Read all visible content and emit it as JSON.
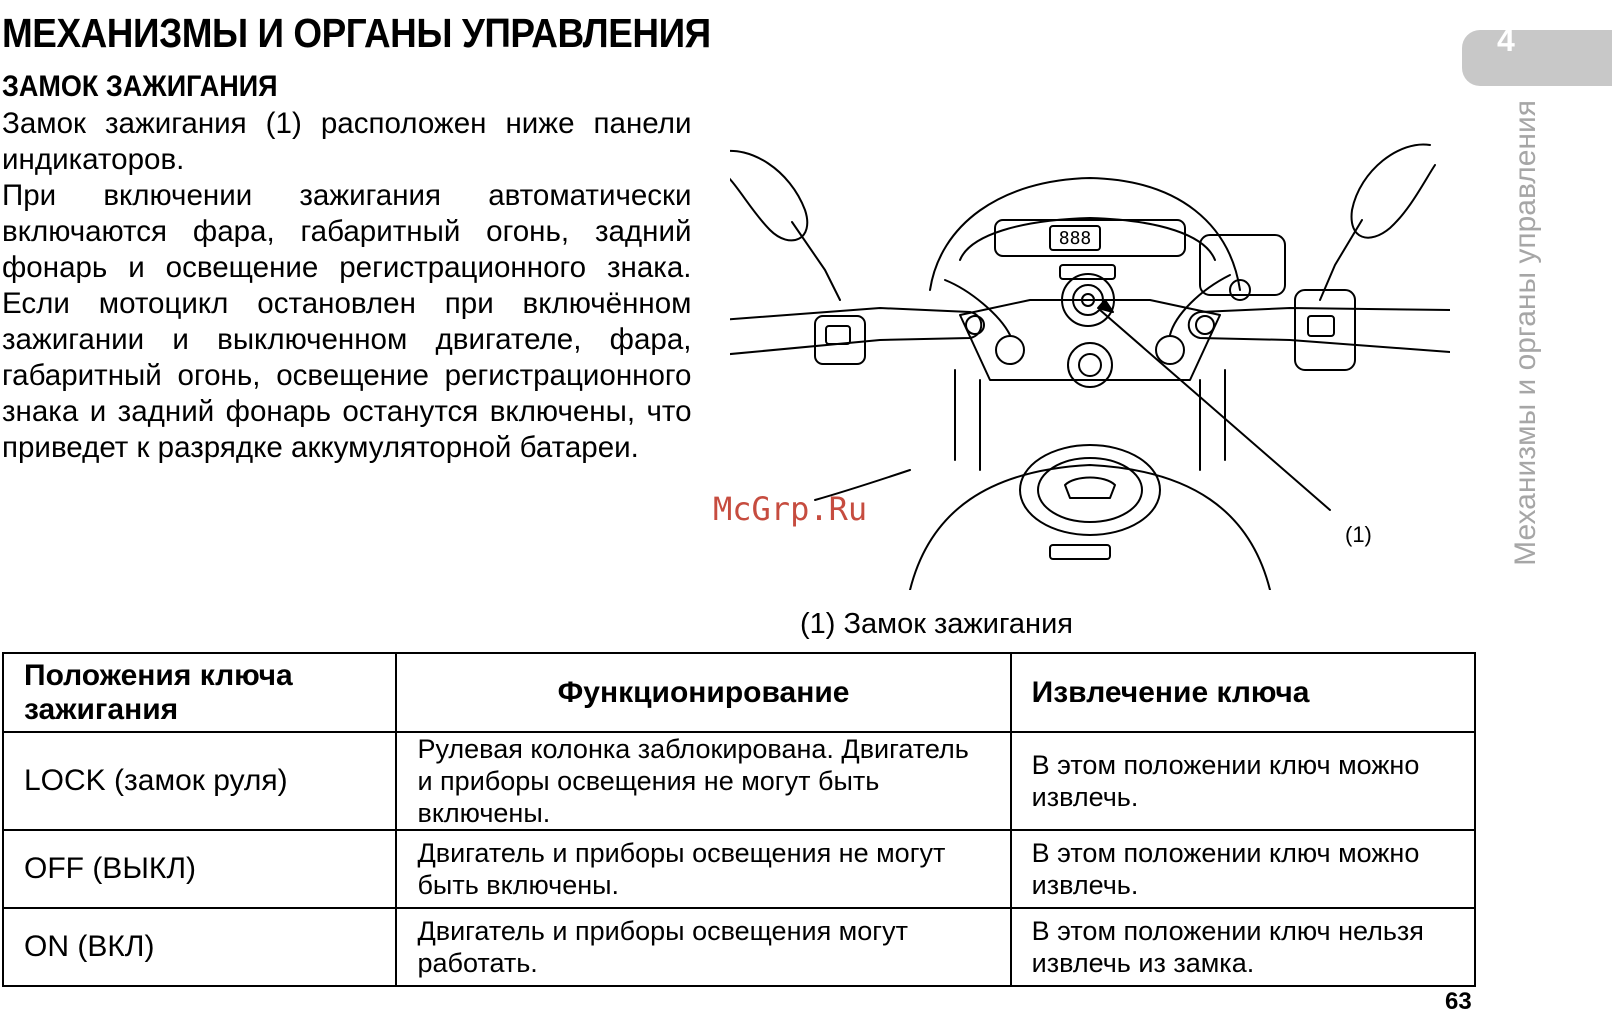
{
  "page": {
    "title": "МЕХАНИЗМЫ И ОРГАНЫ УПРАВЛЕНИЯ",
    "section_title": "ЗАМОК ЗАЖИГАНИЯ",
    "paragraphs": [
      "Замок зажигания (1) расположен ниже панели индикаторов.",
      "При включении зажигания автоматически включаются фара, габаритный огонь, задний фонарь и освещение регистрационного знака. Если мотоцикл остановлен при включённом зажигании и выключенном двигателе, фара, габаритный огонь, освещение регистрационного знака и задний фонарь останутся включены, что приведет к разрядке аккумуляторной батареи."
    ],
    "chapter_tab": "4",
    "side_label": "Механизмы и органы управления",
    "page_number": "63"
  },
  "figure": {
    "callout": "(1)",
    "caption": "(1) Замок зажигания",
    "watermark": "McGrp.Ru"
  },
  "table": {
    "headers": [
      "Положения ключа зажигания",
      "Функционирование",
      "Извлечение ключа"
    ],
    "rows": [
      [
        "LOCK (замок руля)",
        "Рулевая колонка заблокирована. Двигатель и приборы освещения не могут быть включены.",
        "В этом положении ключ можно извлечь."
      ],
      [
        "OFF (ВЫКЛ)",
        "Двигатель и приборы освещения не могут быть включены.",
        "В этом положении ключ можно извлечь."
      ],
      [
        "ON (ВКЛ)",
        "Двигатель и приборы освещения могут работать.",
        "В этом положении ключ нельзя извлечь из замка."
      ]
    ]
  },
  "colors": {
    "chapter_tab": "#c8c8c8",
    "side_label": "#a6a6a6",
    "watermark": "#c0392b"
  }
}
